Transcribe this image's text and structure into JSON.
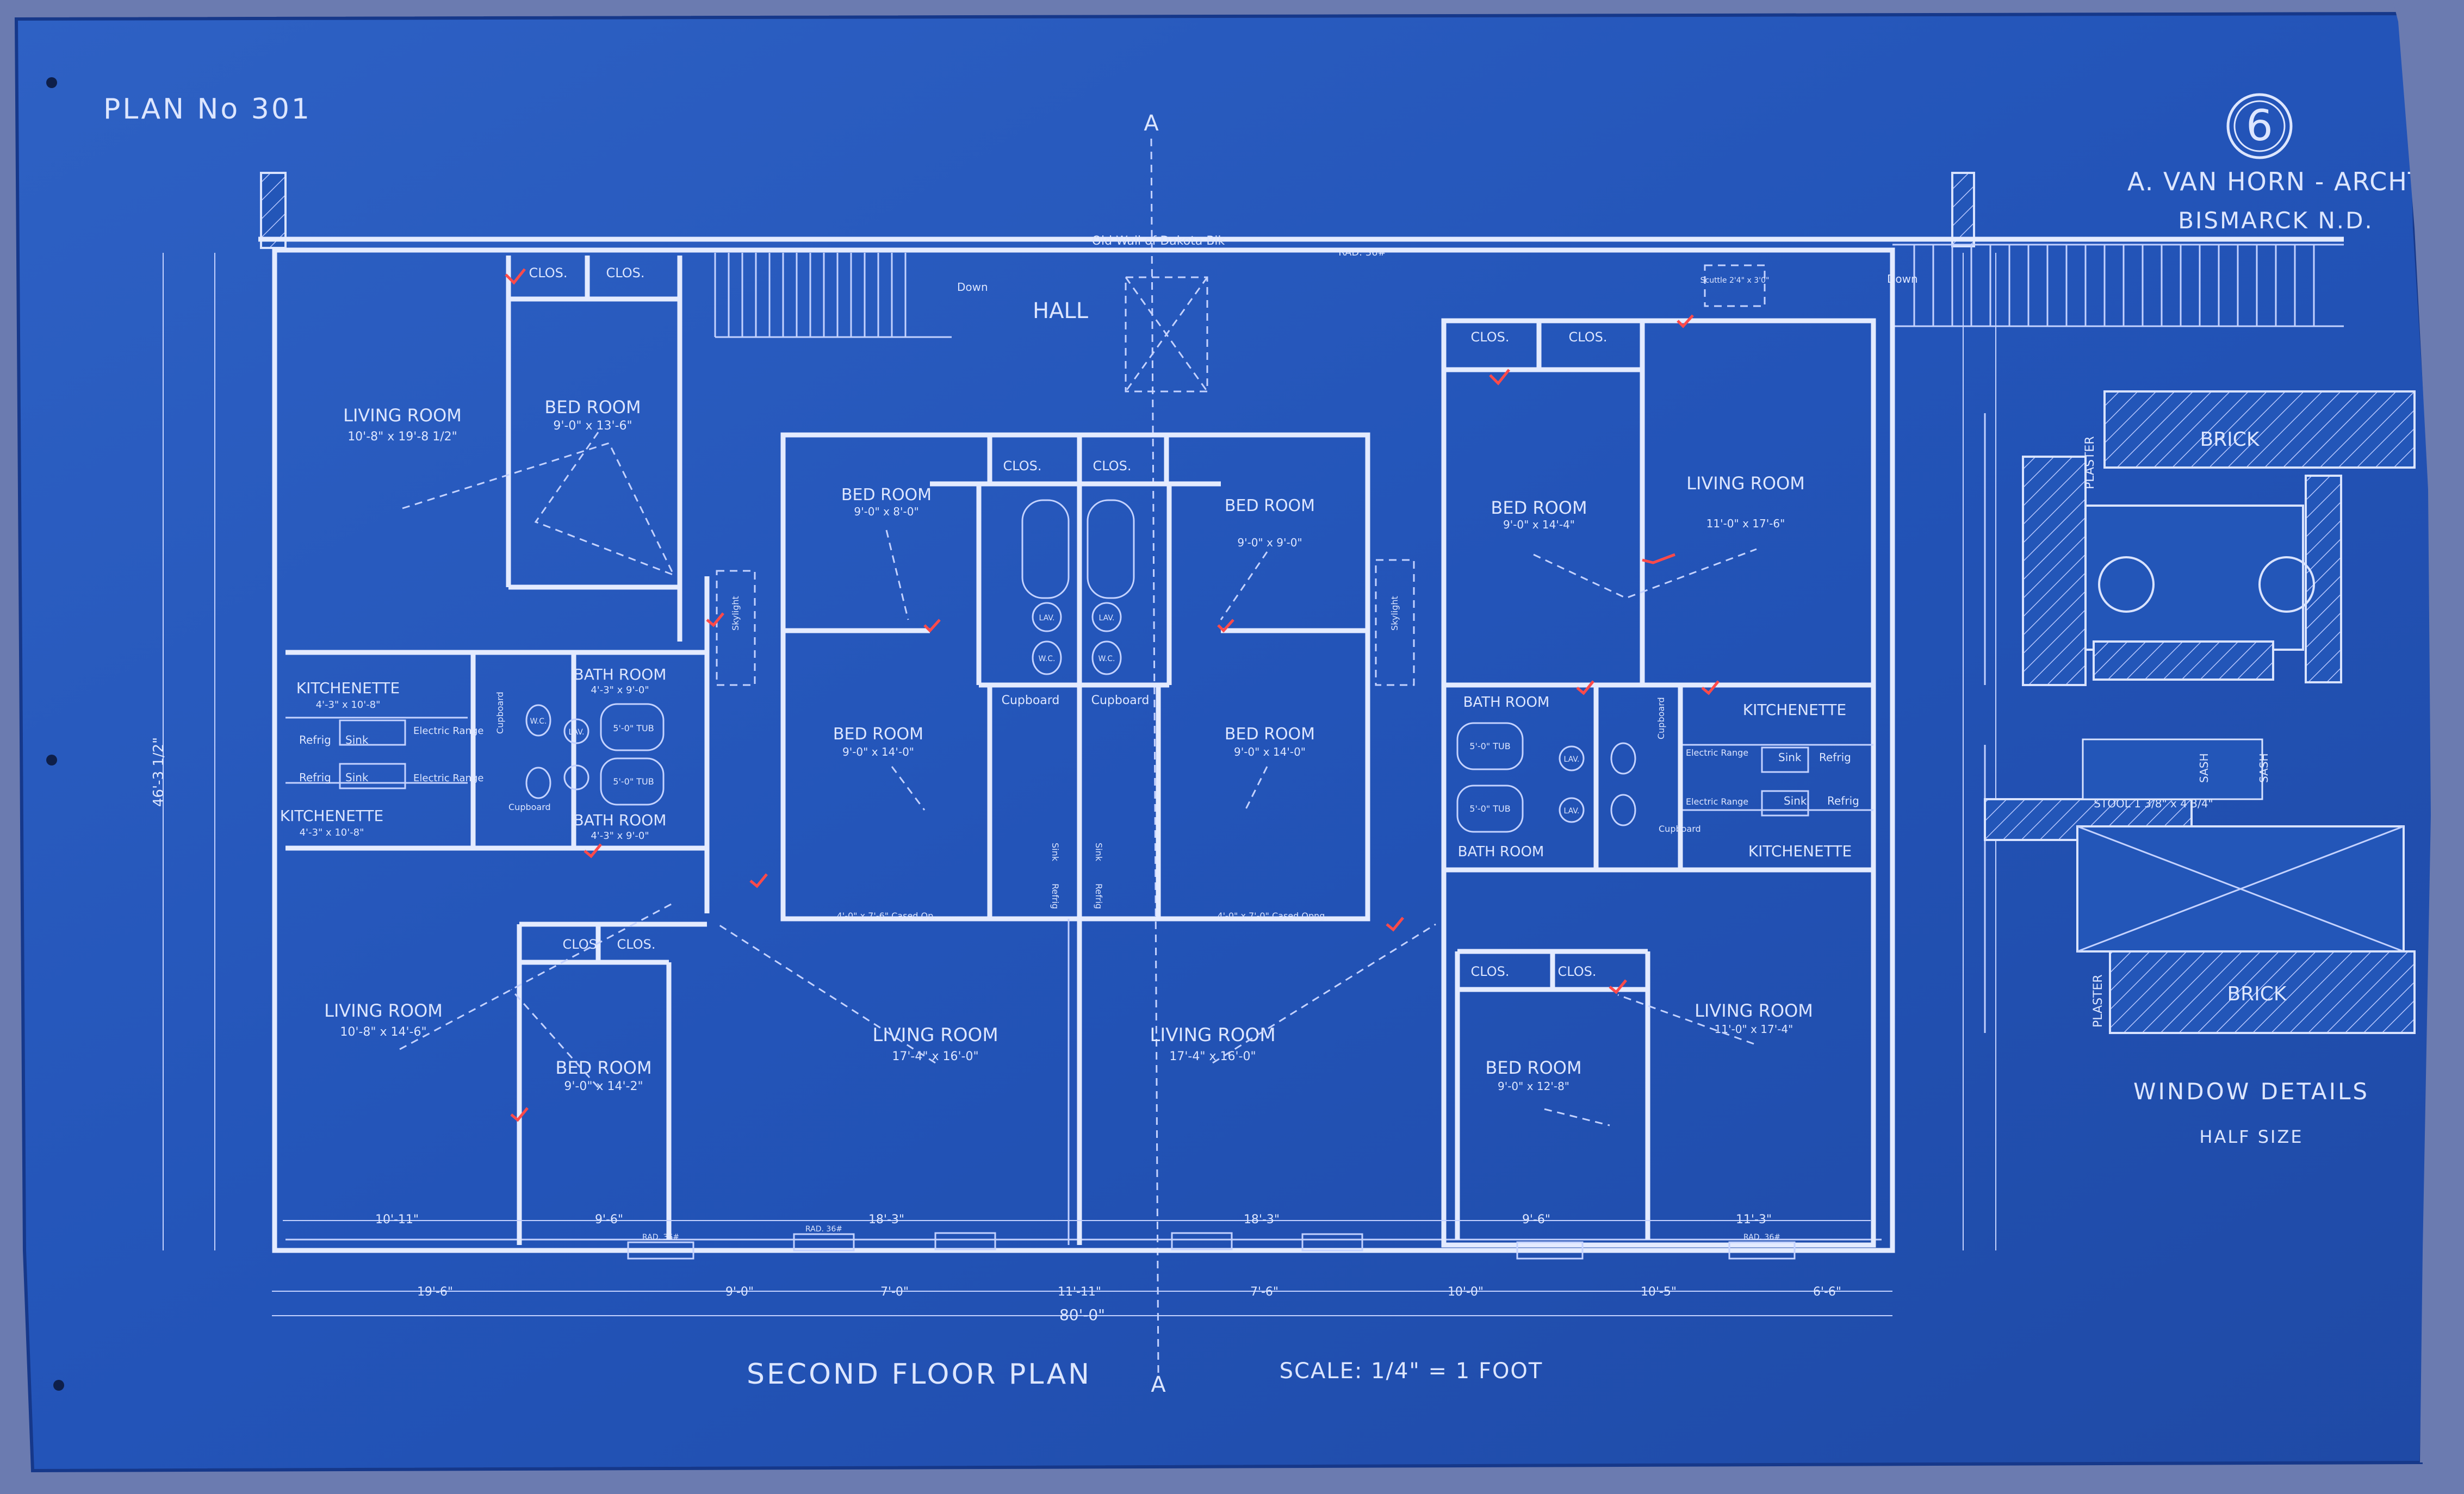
{
  "sheet": {
    "plan_number": "PLAN No 301",
    "sheet_number": "6",
    "architect": "A. VAN HORN - ARCHT",
    "location": "BISMARCK N.D.",
    "title": "SECOND FLOOR PLAN",
    "scale": "SCALE: 1/4\" = 1 FOOT",
    "section_marker": "A"
  },
  "plan": {
    "old_wall_note": "Old Wall of Dakota Blk",
    "hall": "HALL",
    "down": "Down",
    "scuttle": "Scuttle 2'4\" x 3'0\"",
    "rad_note": "RAD. 36#",
    "overall_width": "80'-0\"",
    "overall_depth": "46'-3 1/2\"",
    "rooms": [
      {
        "key": "lr_nw",
        "name": "LIVING ROOM",
        "size": "10'-8\" x 19'-8 1/2\""
      },
      {
        "key": "br_nw",
        "name": "BED ROOM",
        "size": "9'-0\" x 13'-6\""
      },
      {
        "key": "clos_nw1",
        "name": "CLOS.",
        "size": ""
      },
      {
        "key": "clos_nw2",
        "name": "CLOS.",
        "size": ""
      },
      {
        "key": "kitch_w1",
        "name": "KITCHENETTE",
        "size": "4'-3\" x 10'-8\""
      },
      {
        "key": "kitch_w2",
        "name": "KITCHENETTE",
        "size": "4'-3\" x 10'-8\""
      },
      {
        "key": "bath_w1",
        "name": "BATH ROOM",
        "size": "4'-3\" x 9'-0\""
      },
      {
        "key": "bath_w2",
        "name": "BATH ROOM",
        "size": "4'-3\" x 9'-0\""
      },
      {
        "key": "lr_sw",
        "name": "LIVING ROOM",
        "size": "10'-8\" x 14'-6\""
      },
      {
        "key": "br_sw",
        "name": "BED ROOM",
        "size": "9'-0\" x 14'-2\""
      },
      {
        "key": "br_c1",
        "name": "BED ROOM",
        "size": "9'-0\" x 8'-0\""
      },
      {
        "key": "br_c2",
        "name": "BED ROOM",
        "size": "9'-0\" x 9'-0\""
      },
      {
        "key": "br_c3",
        "name": "BED ROOM",
        "size": "9'-0\" x 14'-0\""
      },
      {
        "key": "br_c4",
        "name": "BED ROOM",
        "size": "9'-0\" x 14'-0\""
      },
      {
        "key": "lr_c1",
        "name": "LIVING ROOM",
        "size": "17'-4\" x 16'-0\""
      },
      {
        "key": "lr_c2",
        "name": "LIVING ROOM",
        "size": "17'-4\" x 16'-0\""
      },
      {
        "key": "br_ne",
        "name": "BED ROOM",
        "size": "9'-0\" x 14'-4\""
      },
      {
        "key": "lr_ne",
        "name": "LIVING ROOM",
        "size": "11'-0\" x 17'-6\""
      },
      {
        "key": "bath_e1",
        "name": "BATH ROOM",
        "size": ""
      },
      {
        "key": "bath_e2",
        "name": "BATH ROOM",
        "size": ""
      },
      {
        "key": "kitch_e1",
        "name": "KITCHENETTE",
        "size": ""
      },
      {
        "key": "kitch_e2",
        "name": "KITCHENETTE",
        "size": ""
      },
      {
        "key": "br_se",
        "name": "BED ROOM",
        "size": "9'-0\" x 12'-8\""
      },
      {
        "key": "lr_se",
        "name": "LIVING ROOM",
        "size": "11'-0\" x 17'-4\""
      }
    ],
    "fixtures": {
      "cupboard": "Cupboard",
      "electric_range": "Electric Range",
      "sink": "Sink",
      "refrig": "Refrig",
      "tub": "5'-0\" TUB",
      "wc": "W.C.",
      "lav": "LAV.",
      "skylight": "Skylight",
      "cased_op": "4'-0\" x 7'-6\" Cased Op.",
      "cased_opng": "4'-0\" x 7'-0\" Cased Opng."
    },
    "bottom_dims": [
      "19'-6\"",
      "9'-0\"",
      "7'-0\"",
      "11'-11\"",
      "7'-6\"",
      "10'-0\"",
      "10'-5\"",
      "6'-6\""
    ],
    "inner_dims": [
      "10'-11\"",
      "9'-6\"",
      "18'-3\"",
      "18'-3\"",
      "9'-6\"",
      "11'-3\""
    ]
  },
  "window_details": {
    "title": "WINDOW DETAILS",
    "subtitle": "HALF SIZE",
    "brick": "BRICK",
    "plaster": "PLASTER",
    "sash": "SASH",
    "stool": "STOOL 1 3/8\" x 4 3/4\""
  },
  "colors": {
    "paper": "#2456b8",
    "ink": "#dde6ff",
    "redline": "#ff4a4a"
  }
}
